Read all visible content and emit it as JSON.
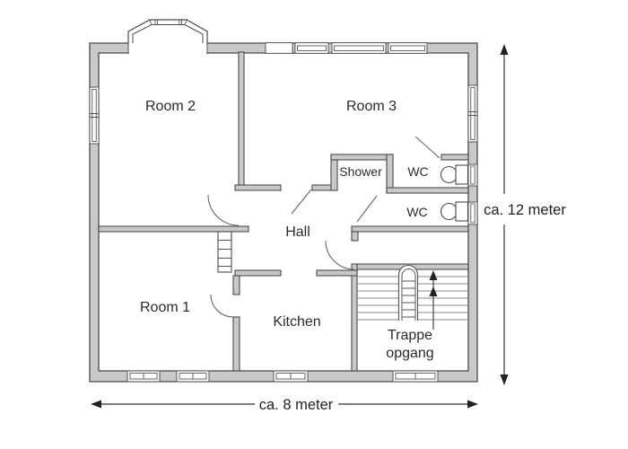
{
  "floorplan": {
    "labels": {
      "room1": "Room 1",
      "room2": "Room 2",
      "room3": "Room 3",
      "hall": "Hall",
      "kitchen": "Kitchen",
      "shower": "Shower",
      "wc_top": "WC",
      "wc_bottom": "WC",
      "stairs_line1": "Trappe",
      "stairs_line2": "opgang"
    },
    "dimensions": {
      "width": "ca. 8 meter",
      "height": "ca. 12 meter"
    },
    "colors": {
      "wall_fill": "#c9c9c9",
      "wall_outline": "#4a4a4a",
      "detail_line": "#555555",
      "label_text": "#2b2b2b",
      "background": "#ffffff"
    }
  }
}
